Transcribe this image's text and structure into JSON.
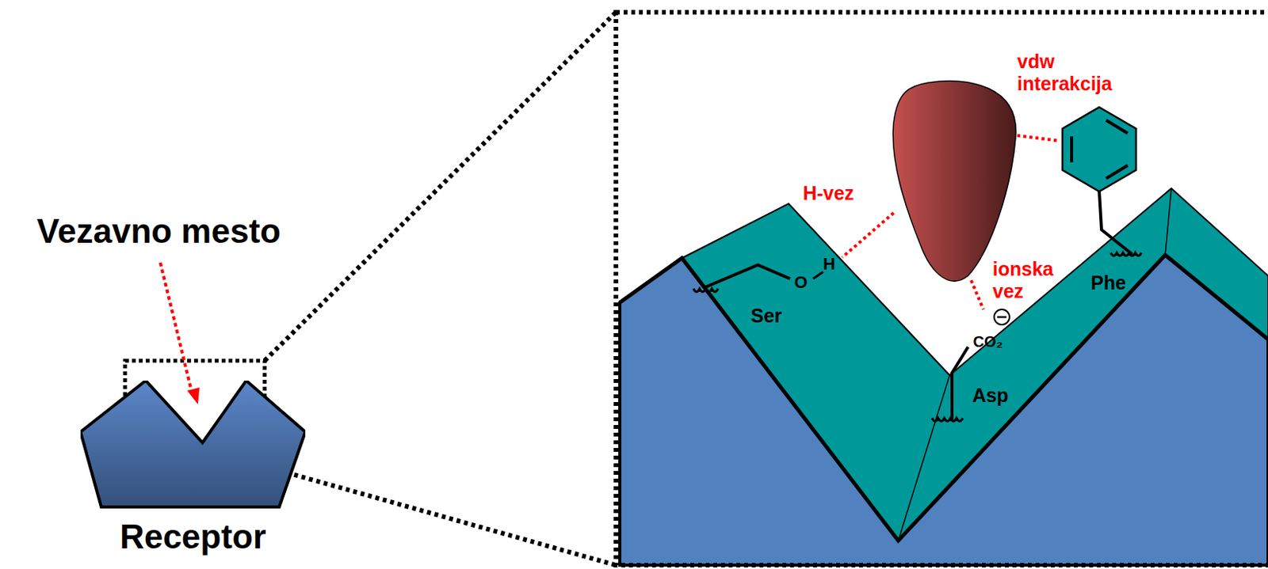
{
  "diagram": {
    "nodes": [
      {
        "text": [
          "Receptor"
        ]
      }
    ],
    "labels": [
      "Vezavno mesto",
      "H-vez",
      "ionska vez",
      "vdw interakcija",
      "Ser",
      "O",
      "H",
      "CO₂",
      "Asp",
      "Phe"
    ]
  }
}
